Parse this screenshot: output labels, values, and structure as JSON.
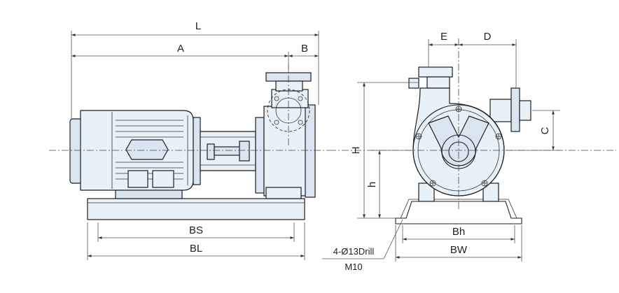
{
  "drawing": {
    "side_view": {
      "dim_L": "L",
      "dim_A": "A",
      "dim_B": "B",
      "dim_BS": "BS",
      "dim_BL": "BL"
    },
    "front_view": {
      "dim_E": "E",
      "dim_D": "D",
      "dim_C": "C",
      "dim_H": "H",
      "dim_h": "h",
      "dim_Bh": "Bh",
      "dim_BW": "BW"
    },
    "note_line1": "4-Ø13Drill",
    "note_line2": "M10",
    "colors": {
      "body": "#e9f1f8",
      "shade": "#d9e6f1",
      "line": "#1e1e1e"
    }
  }
}
